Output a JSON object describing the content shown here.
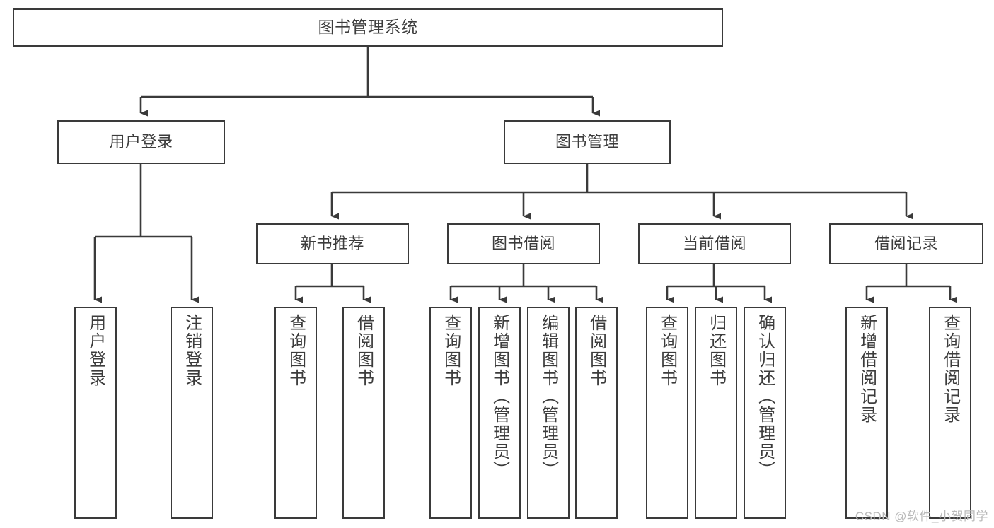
{
  "diagram": {
    "title": "图书管理系统",
    "type": "tree",
    "watermark": "CSDN @软件_小贺同学",
    "colors": {
      "border": "#3a3a3a",
      "text": "#3c3c3c",
      "background": "#ffffff",
      "watermark": "#b9b9b9"
    },
    "nodes": {
      "root": {
        "label": "图书管理系统"
      },
      "level1": [
        {
          "id": "user-login",
          "label": "用户登录"
        },
        {
          "id": "book-management",
          "label": "图书管理"
        }
      ],
      "level2": [
        {
          "id": "new-book-recommend",
          "label": "新书推荐"
        },
        {
          "id": "book-borrow",
          "label": "图书借阅"
        },
        {
          "id": "current-borrow",
          "label": "当前借阅"
        },
        {
          "id": "borrow-record",
          "label": "借阅记录"
        }
      ],
      "leaves": {
        "user_login": [
          {
            "id": "leaf-user-login",
            "label": "用户登录"
          },
          {
            "id": "leaf-logout-login",
            "label": "注销登录"
          }
        ],
        "new_book_recommend": [
          {
            "id": "leaf-query-book-1",
            "label": "查询图书"
          },
          {
            "id": "leaf-borrow-book-1",
            "label": "借阅图书"
          }
        ],
        "book_borrow": [
          {
            "id": "leaf-query-book-2",
            "label": "查询图书"
          },
          {
            "id": "leaf-add-book",
            "label": "新增图书（管理员）"
          },
          {
            "id": "leaf-edit-book",
            "label": "编辑图书（管理员）"
          },
          {
            "id": "leaf-borrow-book-2",
            "label": "借阅图书"
          }
        ],
        "current_borrow": [
          {
            "id": "leaf-query-book-3",
            "label": "查询图书"
          },
          {
            "id": "leaf-return-book",
            "label": "归还图书"
          },
          {
            "id": "leaf-confirm-return",
            "label": "确认归还（管理员）"
          }
        ],
        "borrow_record": [
          {
            "id": "leaf-add-record",
            "label": "新增借阅记录"
          },
          {
            "id": "leaf-query-record",
            "label": "查询借阅记录"
          }
        ]
      }
    }
  }
}
